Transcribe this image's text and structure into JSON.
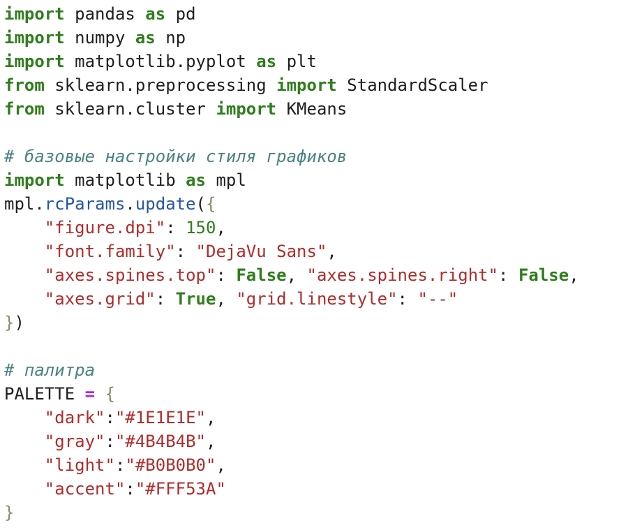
{
  "code_lines": [
    [
      [
        "kw",
        "import"
      ],
      [
        "pl",
        " pandas "
      ],
      [
        "kw",
        "as"
      ],
      [
        "pl",
        " pd"
      ]
    ],
    [
      [
        "kw",
        "import"
      ],
      [
        "pl",
        " numpy "
      ],
      [
        "kw",
        "as"
      ],
      [
        "pl",
        " np"
      ]
    ],
    [
      [
        "kw",
        "import"
      ],
      [
        "pl",
        " matplotlib.pyplot "
      ],
      [
        "kw",
        "as"
      ],
      [
        "pl",
        " plt"
      ]
    ],
    [
      [
        "kw",
        "from"
      ],
      [
        "pl",
        " sklearn.preprocessing "
      ],
      [
        "kw",
        "import"
      ],
      [
        "pl",
        " StandardScaler"
      ]
    ],
    [
      [
        "kw",
        "from"
      ],
      [
        "pl",
        " sklearn.cluster "
      ],
      [
        "kw",
        "import"
      ],
      [
        "pl",
        " KMeans"
      ]
    ],
    [],
    [
      [
        "cm",
        "# базовые настройки стиля графиков"
      ]
    ],
    [
      [
        "kw",
        "import"
      ],
      [
        "pl",
        " matplotlib "
      ],
      [
        "kw",
        "as"
      ],
      [
        "pl",
        " mpl"
      ]
    ],
    [
      [
        "pl",
        "mpl."
      ],
      [
        "fn",
        "rcParams"
      ],
      [
        "pl",
        "."
      ],
      [
        "fn",
        "update"
      ],
      [
        "pl",
        "("
      ],
      [
        "br",
        "{"
      ]
    ],
    [
      [
        "pl",
        "    "
      ],
      [
        "str",
        "\"figure.dpi\""
      ],
      [
        "pl",
        ": "
      ],
      [
        "num",
        "150"
      ],
      [
        "pl",
        ","
      ]
    ],
    [
      [
        "pl",
        "    "
      ],
      [
        "str",
        "\"font.family\""
      ],
      [
        "pl",
        ": "
      ],
      [
        "str",
        "\"DejaVu Sans\""
      ],
      [
        "pl",
        ","
      ]
    ],
    [
      [
        "pl",
        "    "
      ],
      [
        "str",
        "\"axes.spines.top\""
      ],
      [
        "pl",
        ": "
      ],
      [
        "kw",
        "False"
      ],
      [
        "pl",
        ", "
      ],
      [
        "str",
        "\"axes.spines.right\""
      ],
      [
        "pl",
        ": "
      ],
      [
        "kw",
        "False"
      ],
      [
        "pl",
        ","
      ]
    ],
    [
      [
        "pl",
        "    "
      ],
      [
        "str",
        "\"axes.grid\""
      ],
      [
        "pl",
        ": "
      ],
      [
        "kw",
        "True"
      ],
      [
        "pl",
        ", "
      ],
      [
        "str",
        "\"grid.linestyle\""
      ],
      [
        "pl",
        ": "
      ],
      [
        "str",
        "\"--\""
      ]
    ],
    [
      [
        "br",
        "}"
      ],
      [
        "pl",
        ")"
      ]
    ],
    [],
    [
      [
        "cm",
        "# палитра"
      ]
    ],
    [
      [
        "pl",
        "PALETTE "
      ],
      [
        "op",
        "="
      ],
      [
        "pl",
        " "
      ],
      [
        "br",
        "{"
      ]
    ],
    [
      [
        "pl",
        "    "
      ],
      [
        "str",
        "\"dark\""
      ],
      [
        "pl",
        ":"
      ],
      [
        "str",
        "\"#1E1E1E\""
      ],
      [
        "pl",
        ","
      ]
    ],
    [
      [
        "pl",
        "    "
      ],
      [
        "str",
        "\"gray\""
      ],
      [
        "pl",
        ":"
      ],
      [
        "str",
        "\"#4B4B4B\""
      ],
      [
        "pl",
        ","
      ]
    ],
    [
      [
        "pl",
        "    "
      ],
      [
        "str",
        "\"light\""
      ],
      [
        "pl",
        ":"
      ],
      [
        "str",
        "\"#B0B0B0\""
      ],
      [
        "pl",
        ","
      ]
    ],
    [
      [
        "pl",
        "    "
      ],
      [
        "str",
        "\"accent\""
      ],
      [
        "pl",
        ":"
      ],
      [
        "str",
        "\"#FFF53A\""
      ]
    ],
    [
      [
        "br",
        "}"
      ]
    ]
  ]
}
